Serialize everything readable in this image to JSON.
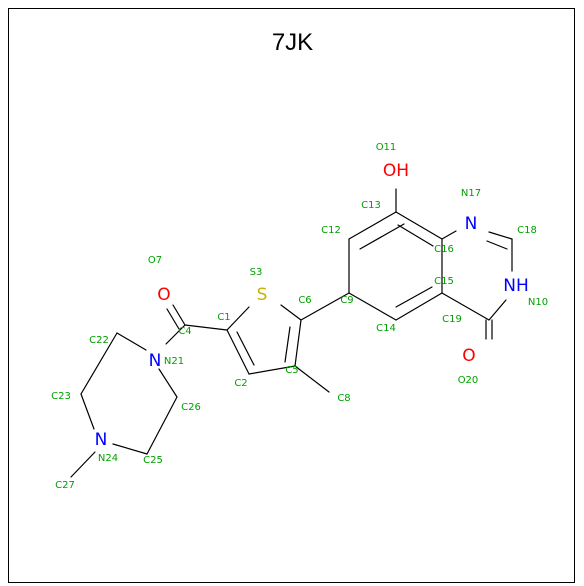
{
  "title": "7JK",
  "colors": {
    "bond": "#000000",
    "nitrogen": "#0000ff",
    "oxygen": "#ff0000",
    "sulfur": "#c8b400",
    "label": "#00a000"
  },
  "atoms": {
    "O7": {
      "symbol": "O",
      "label": "O7"
    },
    "O11": {
      "symbol": "OH",
      "label": "O11"
    },
    "O20": {
      "symbol": "O",
      "label": "O20"
    },
    "S3": {
      "symbol": "S",
      "label": "S3"
    },
    "N10": {
      "symbol": "NH",
      "label": "N10"
    },
    "N17": {
      "symbol": "N",
      "label": "N17"
    },
    "N21": {
      "symbol": "N",
      "label": "N21"
    },
    "N24": {
      "symbol": "N",
      "label": "N24"
    },
    "C1": {
      "label": "C1"
    },
    "C2": {
      "label": "C2"
    },
    "C4": {
      "label": "C4"
    },
    "C5": {
      "label": "C5"
    },
    "C6": {
      "label": "C6"
    },
    "C8": {
      "label": "C8"
    },
    "C9": {
      "label": "C9"
    },
    "C12": {
      "label": "C12"
    },
    "C13": {
      "label": "C13"
    },
    "C14": {
      "label": "C14"
    },
    "C15": {
      "label": "C15"
    },
    "C16": {
      "label": "C16"
    },
    "C18": {
      "label": "C18"
    },
    "C19": {
      "label": "C19"
    },
    "C22": {
      "label": "C22"
    },
    "C23": {
      "label": "C23"
    },
    "C25": {
      "label": "C25"
    },
    "C26": {
      "label": "C26"
    },
    "C27": {
      "label": "C27"
    }
  }
}
